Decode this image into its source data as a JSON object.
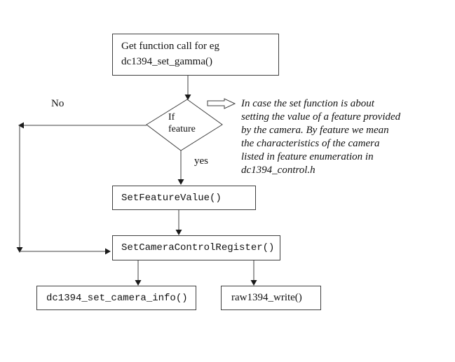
{
  "flowchart": {
    "start_box": {
      "lines": [
        "Get function call for eg",
        "dc1394_set_gamma()"
      ]
    },
    "decision": {
      "lines": [
        "If",
        "feature"
      ]
    },
    "branch_labels": {
      "no": "No",
      "yes": "yes"
    },
    "feature_value_box": {
      "label": "SetFeatureValue()"
    },
    "camera_control_box": {
      "label": "SetCameraControlRegister()"
    },
    "set_camera_info_box": {
      "label": "dc1394_set_camera_info()"
    },
    "raw_write_box": {
      "label": "raw1394_write()"
    },
    "annotation": {
      "lines": [
        "In case the set function is about",
        "setting the value of a feature provided",
        "by the camera. By feature we mean",
        "the characteristics of the camera",
        "listed in feature enumeration in",
        "dc1394_control.h"
      ]
    }
  },
  "colors": {
    "background": "#ffffff",
    "line": "#3f3f3f",
    "arrowhead": "#1a1a1a",
    "text": "#111111"
  }
}
